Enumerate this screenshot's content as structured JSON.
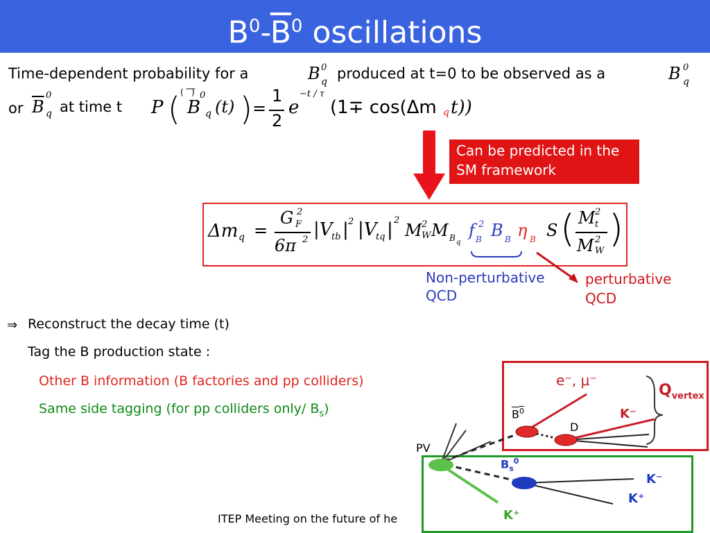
{
  "slide": {
    "title_b": "B",
    "title_sup1": "0",
    "title_dash": "-",
    "title_bbar": "B",
    "title_sup2": "0",
    "title_rest": " oscillations"
  },
  "body": {
    "line1_text": "Time-dependent probability for a",
    "line1_mid": "produced at t=0 to be observed as a",
    "line2_or": "or",
    "line2_at": "at time t",
    "b_symbol": "B",
    "b_sub": "q",
    "b_sup": "0",
    "formula_p": "P",
    "formula_t": "(t)",
    "formula_eq": "=",
    "formula_half_num": "1",
    "formula_half_den": "2",
    "formula_e": "e",
    "formula_exp": "−t / τ",
    "formula_paren": "(1∓ cos(Δm",
    "formula_q": "q",
    "formula_t2": "t))"
  },
  "callout": {
    "text": "Can be predicted in the  SM framework"
  },
  "dm_formula": {
    "dm": "Δm",
    "q": "q",
    "eq": "=",
    "gf": "G",
    "gf_sub": "F",
    "gf_sup": "2",
    "den": "6π",
    "den_sup": "2",
    "vtb": "|V",
    "vtb_sub": "tb",
    "vtq": "|V",
    "vtq_sub": "tq",
    "sq": "2",
    "mw": "M",
    "mw_sub": "W",
    "mb": "M",
    "mb_sub": "B",
    "mb_sub2": "q",
    "f": "f",
    "f_sup": "2",
    "bb": "B",
    "eta": "η",
    "s": "S",
    "mt": "M",
    "mt_sub": "t",
    "mt_sup": "2",
    "mw2": "M",
    "mw2_sub": "W",
    "mw2_sup": "2"
  },
  "labels": {
    "nonpert_1": "Non-perturbative",
    "nonpert_2": "QCD",
    "pert_1": "perturbative",
    "pert_2": "QCD"
  },
  "steps": {
    "implies": "⇒",
    "reconstruct": "Reconstruct the decay time (t)",
    "tag": "Tag the B production state :",
    "other": "Other B information (B factories and pp colliders)",
    "same_side": "Same side tagging (for pp colliders only/ B",
    "same_side_sub": "s",
    "same_side_end": ")"
  },
  "diagram": {
    "em_mu": "e⁻, μ⁻",
    "q_vertex": "Q",
    "q_vertex_sub": "vertex",
    "b0bar": "B",
    "b0bar_sup": "0",
    "d": "D",
    "k_minus_top": "K⁻",
    "pv": "PV",
    "bs": "B",
    "bs_sub": "s",
    "bs_sup": "0",
    "k_minus": "K⁻",
    "k_plus": "K⁺",
    "k_plus_green": "K⁺"
  },
  "footer": {
    "text": "ITEP Meeting on the future of he"
  },
  "colors": {
    "title_bar": "#3a63e0",
    "red": "#e0241e",
    "blue": "#2b3bbf",
    "green": "#0e8a16",
    "diag_green": "#5cc14a"
  }
}
